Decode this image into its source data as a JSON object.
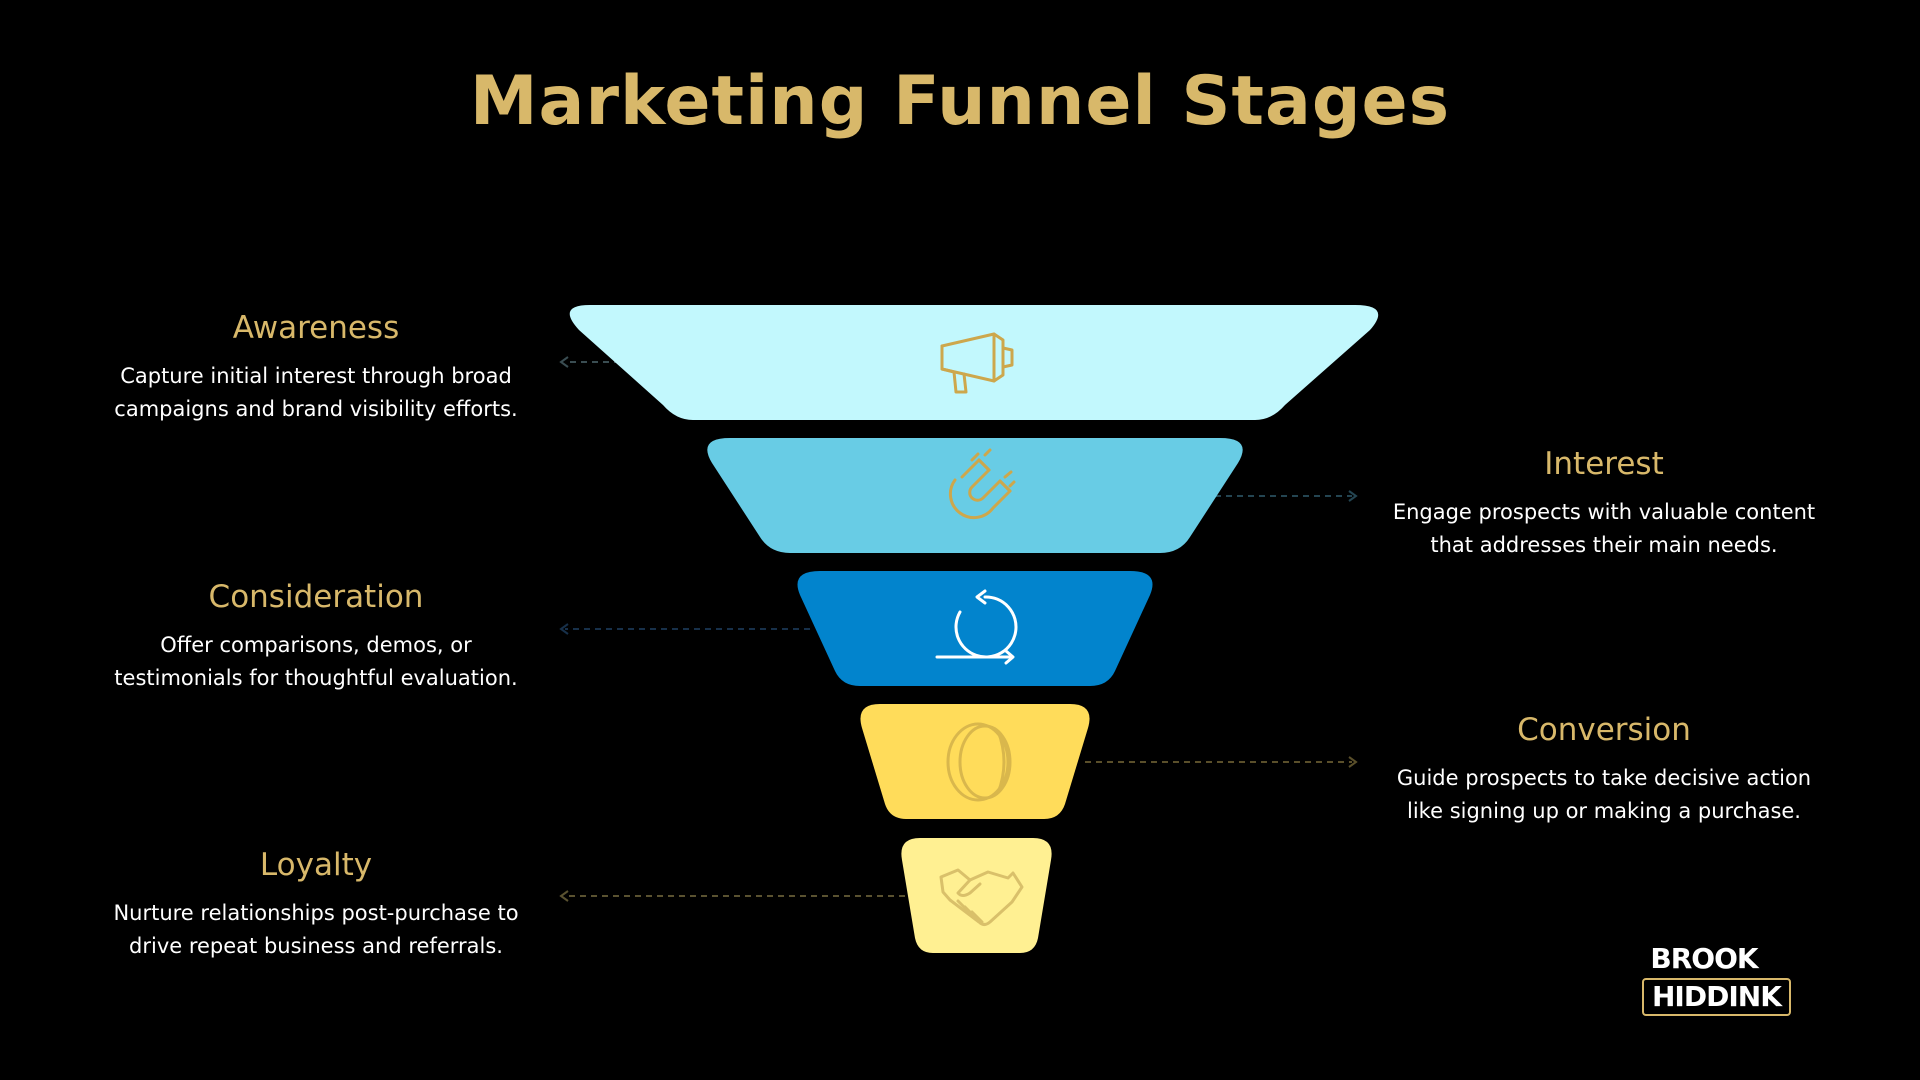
{
  "title": "Marketing Funnel Stages",
  "colors": {
    "background": "#000000",
    "accent": "#D8B86A",
    "awareness": "#C2F8FD",
    "interest": "#68CCE5",
    "consideration": "#0284CD",
    "conversion": "#FFDC5A",
    "loyalty": "#FFF092"
  },
  "stages": [
    {
      "name": "Awareness",
      "description_1": "Capture initial interest through broad",
      "description_2": "campaigns and brand visibility efforts.",
      "icon": "megaphone-icon"
    },
    {
      "name": "Interest",
      "description_1": "Engage prospects with valuable content",
      "description_2": "that addresses their main needs.",
      "icon": "magnet-icon"
    },
    {
      "name": "Consideration",
      "description_1": "Offer comparisons, demos, or",
      "description_2": "testimonials for thoughtful evaluation.",
      "icon": "cycle-arrows-icon"
    },
    {
      "name": "Conversion",
      "description_1": "Guide prospects to take decisive action",
      "description_2": "like signing up or making a purchase.",
      "icon": "coin-icon"
    },
    {
      "name": "Loyalty",
      "description_1": "Nurture relationships post-purchase to",
      "description_2": "drive repeat business and referrals.",
      "icon": "handshake-icon"
    }
  ],
  "logo": {
    "line1": "BROOK",
    "line2": "HIDDINK"
  }
}
